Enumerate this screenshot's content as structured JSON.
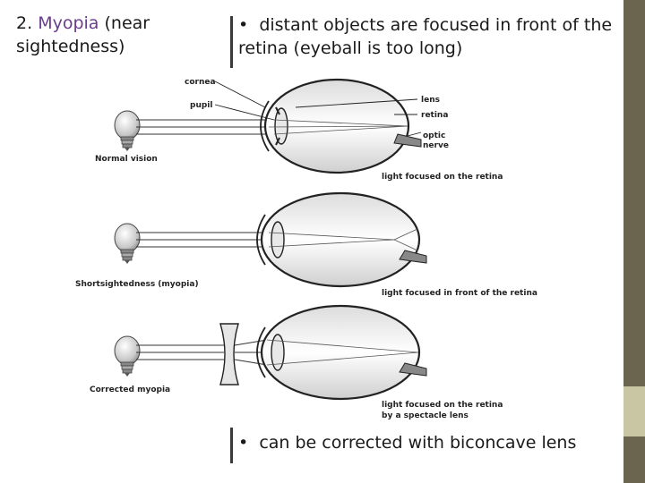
{
  "title": {
    "number": "2.",
    "highlight": "Myopia",
    "rest": "(near sightedness)"
  },
  "bullets": {
    "top": {
      "marker": "•",
      "text": "distant objects are focused in front of the retina (eyeball is too long)"
    },
    "bottom": {
      "marker": "•",
      "text": "can be corrected with biconcave lens"
    }
  },
  "diagram": {
    "labels": {
      "cornea": "cornea",
      "pupil": "pupil",
      "lens": "lens",
      "retina": "retina",
      "optic_nerve_1": "optic",
      "optic_nerve_2": "nerve",
      "normal": "Normal vision",
      "normal_caption": "light focused on the retina",
      "short": "Shortsightedness (myopia)",
      "short_caption": "light focused in front of the retina",
      "corrected": "Corrected myopia",
      "corrected_caption_1": "light focused on the retina",
      "corrected_caption_2": "by a spectacle lens"
    }
  },
  "colors": {
    "accent": "#6a3d8f",
    "band": "#6b6550",
    "band_accent": "#c9c6a4"
  }
}
